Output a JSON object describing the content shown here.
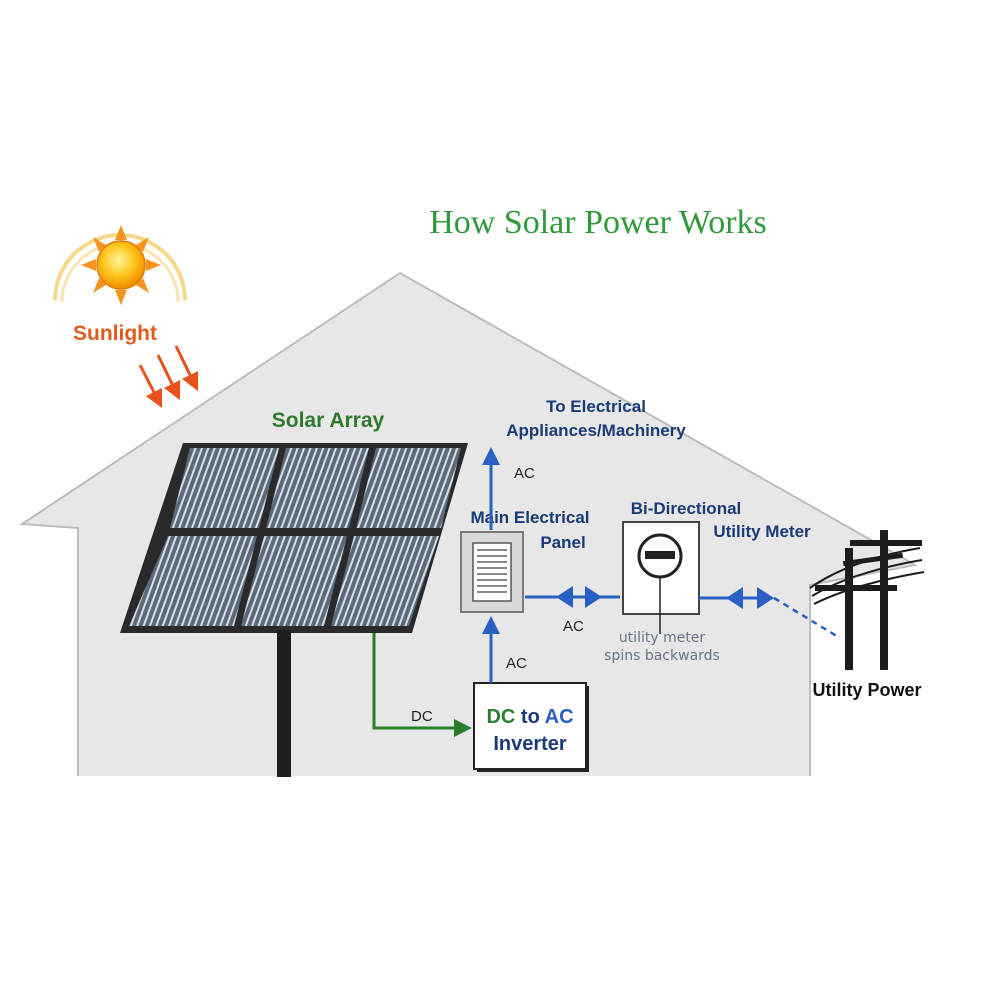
{
  "title": "How Solar Power Works",
  "sun": {
    "label": "Sunlight"
  },
  "solar_array": {
    "label": "Solar Array"
  },
  "appliances": {
    "line1": "To Electrical",
    "line2": "Appliances/Machinery"
  },
  "main_panel": {
    "line1": "Main Electrical",
    "line2": "Panel"
  },
  "meter": {
    "line1": "Bi-Directional",
    "line2": "Utility Meter",
    "note1": "utility meter",
    "note2": "spins backwards"
  },
  "inverter": {
    "dc": "DC",
    "to": " to ",
    "ac": "AC",
    "line2": "Inverter"
  },
  "utility": {
    "label": "Utility Power"
  },
  "flows": {
    "ac_up": "AC",
    "ac_panel_meter": "AC",
    "ac_inverter": "AC",
    "dc": "DC"
  },
  "colors": {
    "title": "#2e9a3a",
    "sun_label": "#e25b1c",
    "green_label": "#2f7a2f",
    "blue_label": "#1a3a78",
    "flow_blue": "#2a5fc4",
    "dc_green": "#2d7d2d",
    "house_fill": "#e6e6e6",
    "house_stroke": "#b9b9b9"
  },
  "icons": [
    "sun-icon",
    "sunlight-arrows-icon",
    "solar-panel-icon",
    "electrical-panel-icon",
    "meter-icon",
    "power-pole-icon"
  ]
}
